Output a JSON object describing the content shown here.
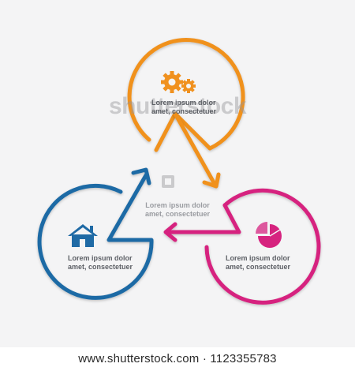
{
  "nodes": {
    "top": {
      "text_line1": "Lorem ipsum dolor",
      "text_line2": "amet, consectetuer",
      "icon": "gears-icon",
      "color": "#f0911f"
    },
    "left": {
      "text_line1": "Lorem ipsum dolor",
      "text_line2": "amet, consectetuer",
      "icon": "house-icon",
      "color": "#1f6aa5"
    },
    "right": {
      "text_line1": "Lorem ipsum dolor",
      "text_line2": "amet, consectetuer",
      "icon": "pie-chart-icon",
      "color": "#d6237f"
    }
  },
  "center": {
    "text_line1": "Lorem ipsum dolor",
    "text_line2": "amet, consectetuer"
  },
  "watermark": {
    "text": "shutterstock"
  },
  "footer": {
    "text": "www.shutterstock.com · 1123355783"
  }
}
